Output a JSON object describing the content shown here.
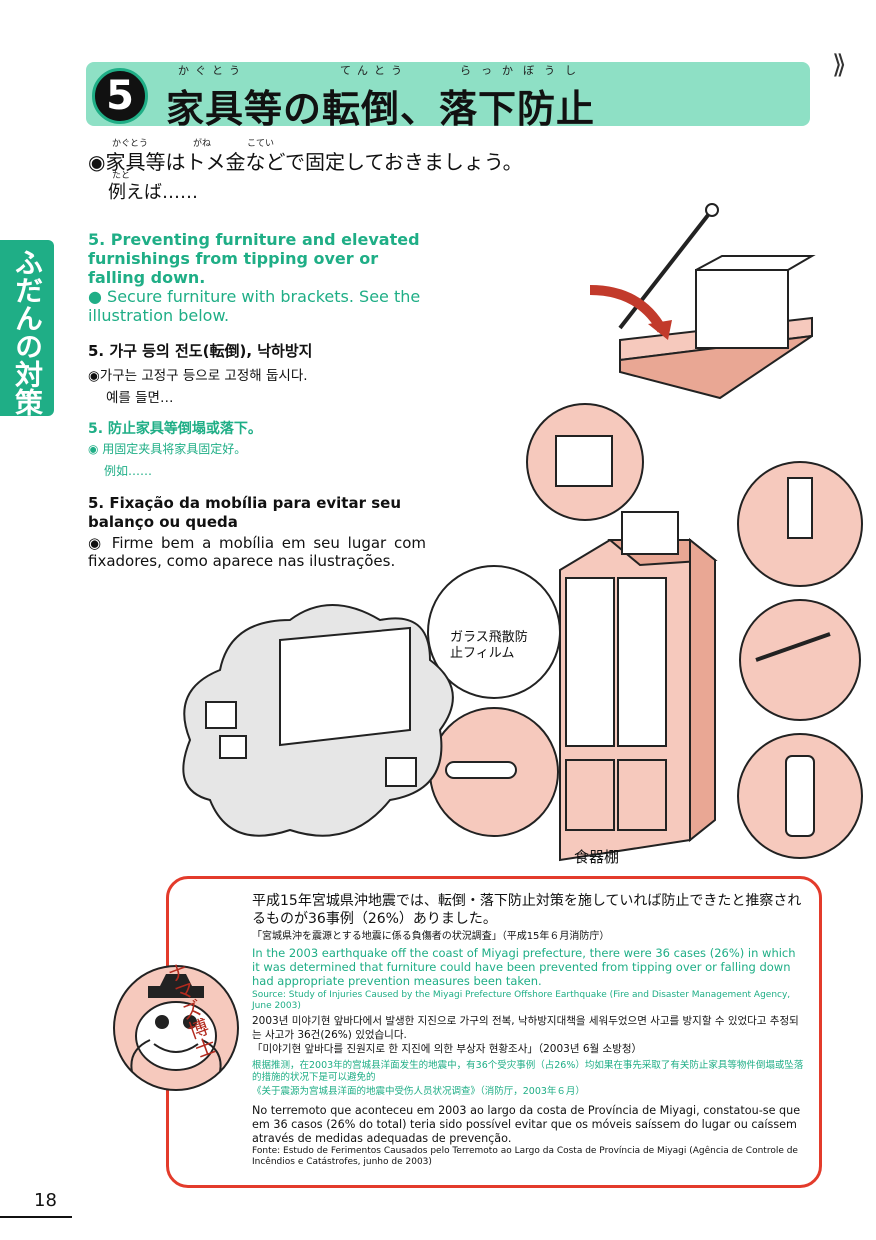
{
  "header": {
    "number": "5",
    "title": "家具等の転倒、落下防止",
    "ruby": [
      "かぐとう",
      "てんとう",
      "らっかぼうし"
    ]
  },
  "side_tab": {
    "label": "ふだんの対策"
  },
  "japanese": {
    "line1": "◉家具等はトメ金などで固定しておきましょう。",
    "line1_ruby": "かぐとう　　　　　がね　　　　こてい",
    "line2": "例えば……",
    "line2_ruby": "たと"
  },
  "english": {
    "heading": "5. Preventing furniture and elevated furnishings from tipping over or falling down.",
    "body": "● Secure furniture with brackets. See the illustration below."
  },
  "korean": {
    "heading": "5. 가구 등의 전도(転倒), 낙하방지",
    "body": "◉가구는 고정구 등으로 고정해 둡시다.",
    "body2": "예를 들면…"
  },
  "chinese": {
    "heading": "5. 防止家具等倒塌或落下。",
    "body": "◉ 用固定夹具将家具固定好。",
    "body2": "例如……"
  },
  "portuguese": {
    "heading": "5. Fixação da mobília para evitar seu balanço ou queda",
    "body": "◉ Firme bem a mobília em seu lugar com fixadores, como aparece nas ilustrações."
  },
  "illustration": {
    "film_label": "ガラス飛散防止フィルム",
    "cabinet_label": "食器棚"
  },
  "info": {
    "jp_main": "平成15年宮城県沖地震では、転倒・落下防止対策を施していれば防止できたと推察されるものが36事例（26%）ありました。",
    "jp_source": "「宮城県沖を震源とする地震に係る負傷者の状況調査」（平成15年６月消防庁）",
    "en_main": "In the 2003 earthquake off the coast of Miyagi prefecture, there were 36 cases (26%) in which it was determined that furniture could have been prevented from tipping over or falling down had appropriate prevention measures been taken.",
    "en_source": "Source: Study of Injuries Caused by the Miyagi Prefecture Offshore Earthquake (Fire and Disaster Management Agency, June 2003)",
    "ko_main": "2003년 미야기현 앞바다에서 발생한 지진으로 가구의 전복, 낙하방지대책을 세워두었으면 사고를 방지할 수 있었다고 추정되는 사고가 36건(26%) 있었습니다.",
    "ko_source": "「미야기현 앞바다를 진원지로 한 지진에 의한 부상자 현황조사」（2003년 6월 소방청）",
    "zh_main": "根据推测，在2003年的宫城县洋面发生的地震中，有36个受灾事例（占26%）均如果在事先采取了有关防止家具等物件倒塌或坠落的措施的状况下是可以避免的",
    "zh_source": "《关于震源为宫城县洋面的地震中受伤人员状况调查》（消防厅，2003年６月）",
    "pt_main": "No terremoto que aconteceu em 2003 ao largo da costa de Província de Miyagi, constatou-se que em 36 casos (26% do total) teria sido possível evitar que os móveis saíssem do lugar ou caíssem através de medidas adequadas de prevenção.",
    "pt_source": "Fonte: Estudo de Ferimentos Causados pelo Terremoto ao Largo da Costa de Província de Miyagi (Agência de Controle de Incêndios e Catástrofes, junho de 2003)"
  },
  "mascot": {
    "name": "ナマズ博士"
  },
  "page_number": "18"
}
